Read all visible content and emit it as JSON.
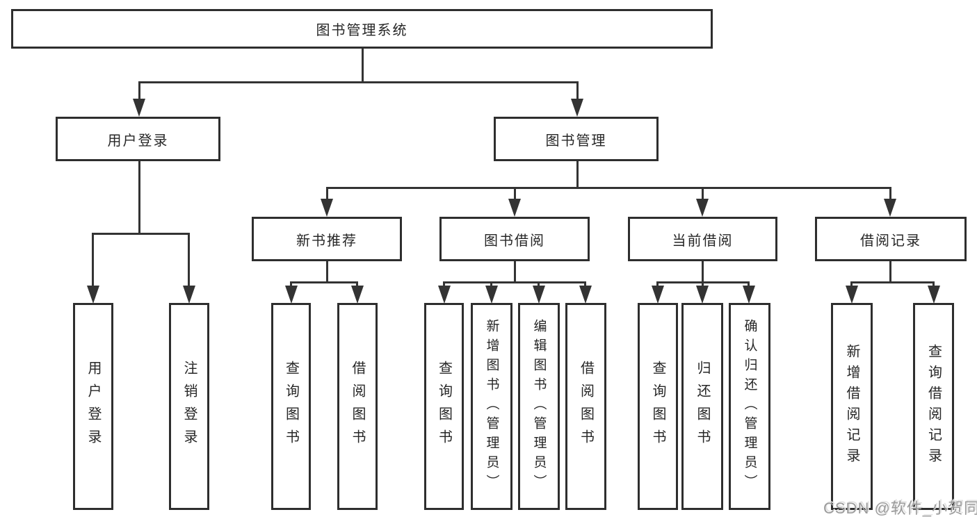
{
  "tree": {
    "label": "图书管理系统",
    "children": [
      {
        "label": "用户登录",
        "children": [
          {
            "label": "用户登录"
          },
          {
            "label": "注销登录"
          }
        ]
      },
      {
        "label": "图书管理",
        "children": [
          {
            "label": "新书推荐",
            "children": [
              {
                "label": "查询图书"
              },
              {
                "label": "借阅图书"
              }
            ]
          },
          {
            "label": "图书借阅",
            "children": [
              {
                "label": "查询图书"
              },
              {
                "label": "新增图书（管理员）"
              },
              {
                "label": "编辑图书（管理员）"
              },
              {
                "label": "借阅图书"
              }
            ]
          },
          {
            "label": "当前借阅",
            "children": [
              {
                "label": "查询图书"
              },
              {
                "label": "归还图书"
              },
              {
                "label": "确认归还（管理员）"
              }
            ]
          },
          {
            "label": "借阅记录",
            "children": [
              {
                "label": "新增借阅记录"
              },
              {
                "label": "查询借阅记录"
              }
            ]
          }
        ]
      }
    ]
  },
  "watermark": {
    "text": "CSDN @软件_小贺同学"
  },
  "colors": {
    "line": "#333333",
    "border": "#2e2e2e",
    "text": "#262626",
    "watermark": "#9b9b9b",
    "background": "#ffffff"
  }
}
